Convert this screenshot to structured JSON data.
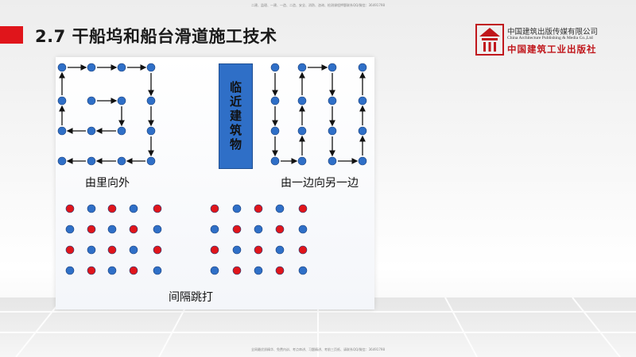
{
  "header": {
    "top_note": "二建、监理、一建、一造、二造、安全、消防、咨询、检测课程押题联系QQ/微信：36491798",
    "title": "2.7 干船坞和船台滑道施工技术"
  },
  "logo": {
    "name_cn": "中国建筑出版传媒有限公司",
    "name_en": "China Architecture Publishing & Media Co.,Ltd",
    "name_cn_calligraphy": "中国建筑工业出版社"
  },
  "diagram": {
    "building_label": "临近建筑物",
    "pattern_inside_out": "由里向外",
    "pattern_side_to_side": "由一边向另一边",
    "pattern_interval": "间隔跳打",
    "colors": {
      "blue": "#2f6fc7",
      "red": "#e0151b",
      "arrow": "#111111"
    }
  },
  "footer": {
    "bottom_note": "全网最优质精华、免费内训、考点串讲、习题精讲、考前三页纸、请联系QQ/微信：36491798"
  }
}
